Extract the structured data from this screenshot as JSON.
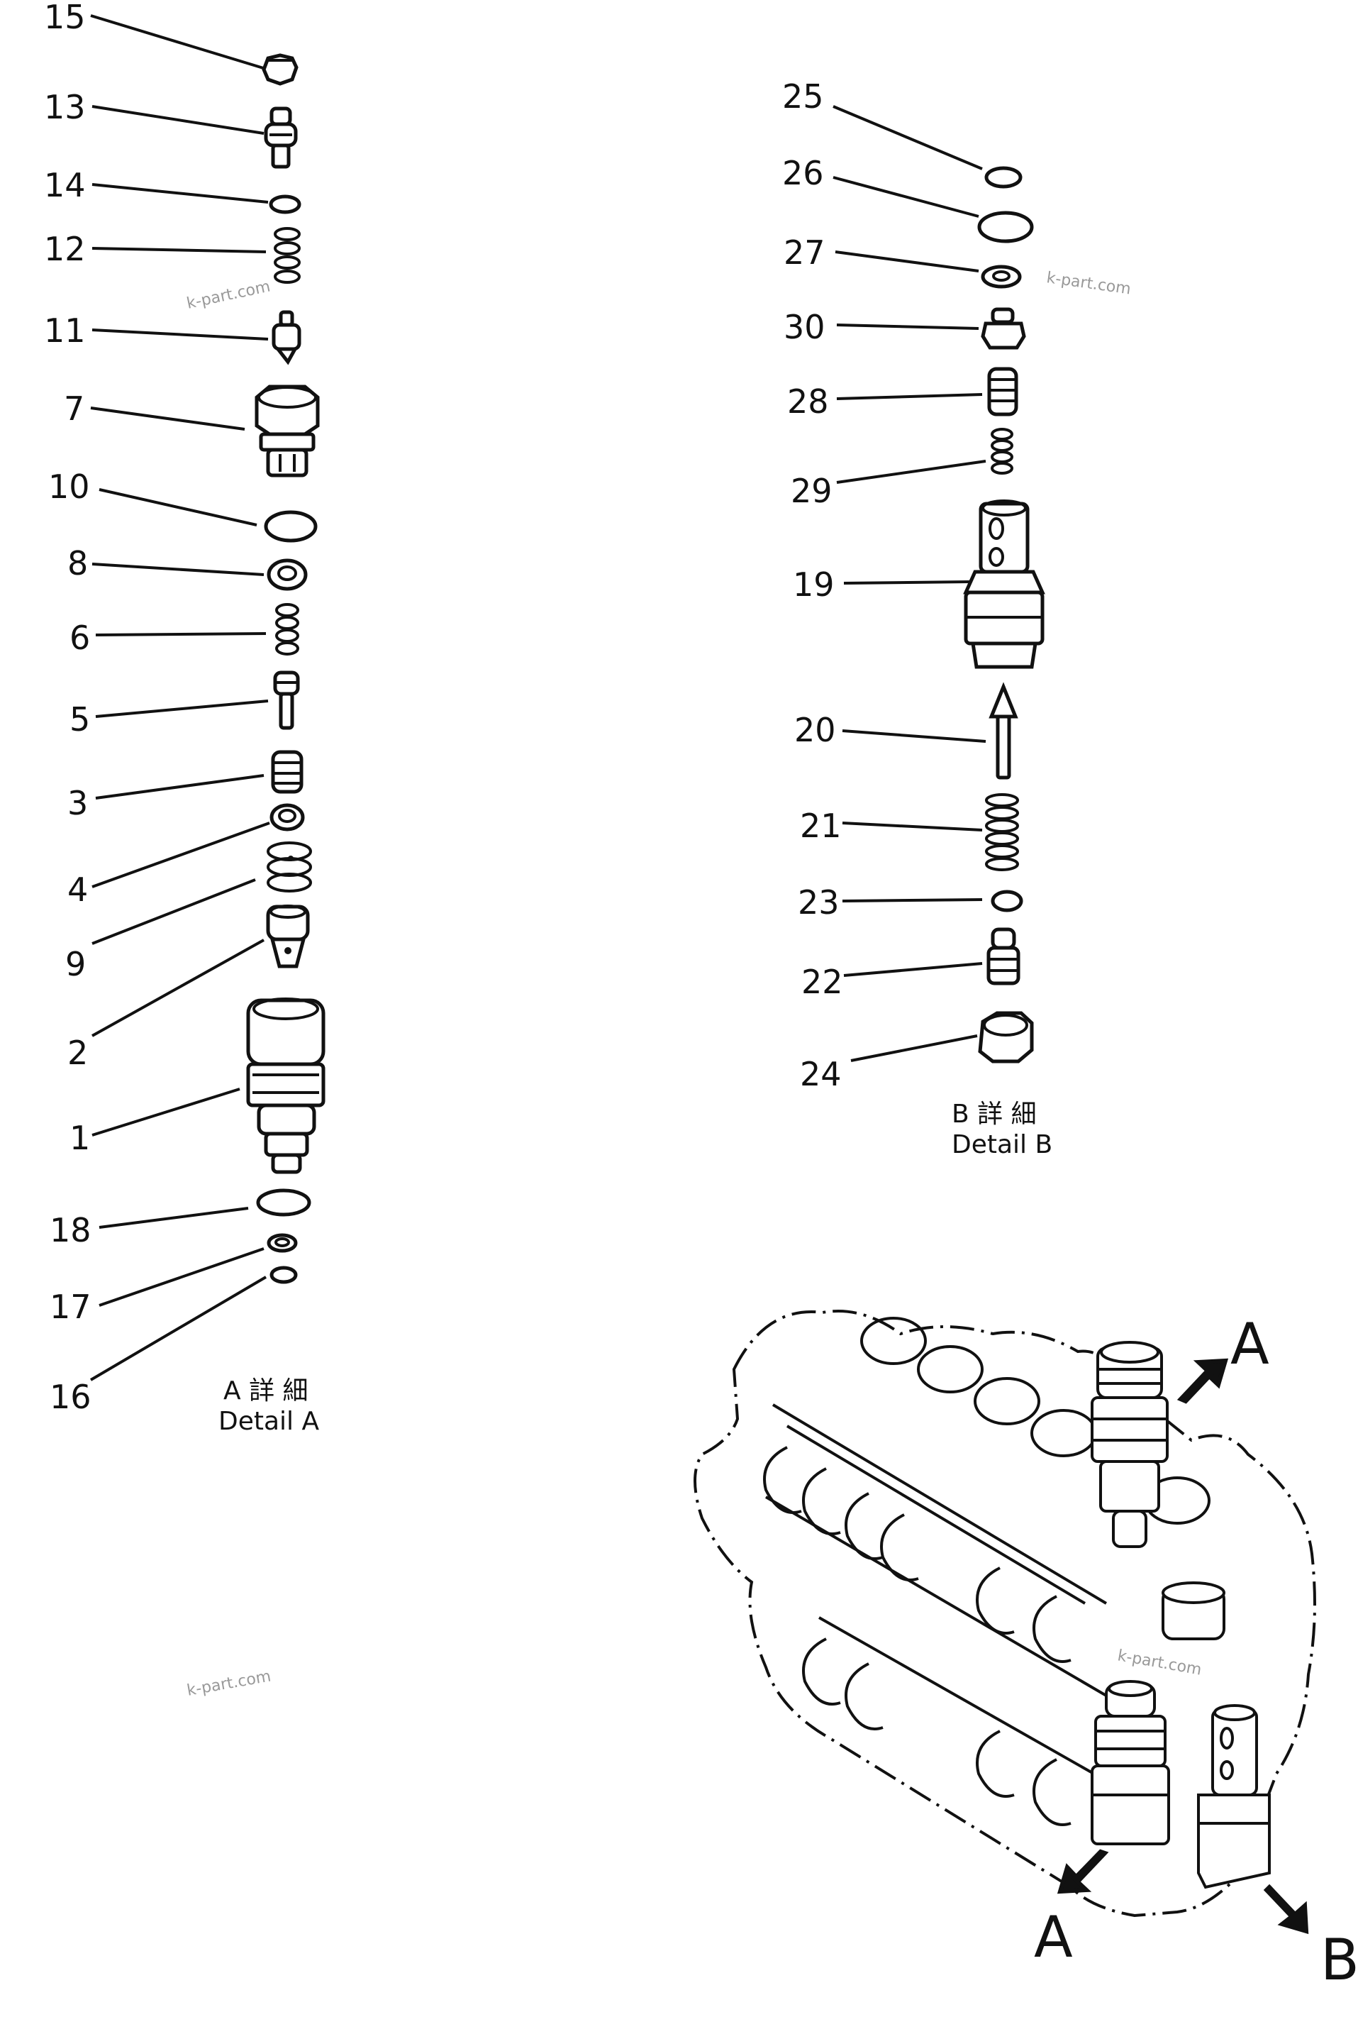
{
  "detail_a": {
    "caption_jp": "A 詳 細",
    "caption_en": "Detail A",
    "parts": [
      "15",
      "13",
      "14",
      "12",
      "11",
      "7",
      "10",
      "8",
      "6",
      "5",
      "3",
      "4",
      "9",
      "2",
      "1",
      "18",
      "17",
      "16"
    ]
  },
  "detail_b": {
    "caption_jp": "B 詳 細",
    "caption_en": "Detail B",
    "parts": [
      "25",
      "26",
      "27",
      "30",
      "28",
      "29",
      "19",
      "20",
      "21",
      "23",
      "22",
      "24"
    ]
  },
  "assembly": {
    "label_a_top": "A",
    "label_a_bottom": "A",
    "label_b": "B"
  },
  "watermark": "k-part.com"
}
